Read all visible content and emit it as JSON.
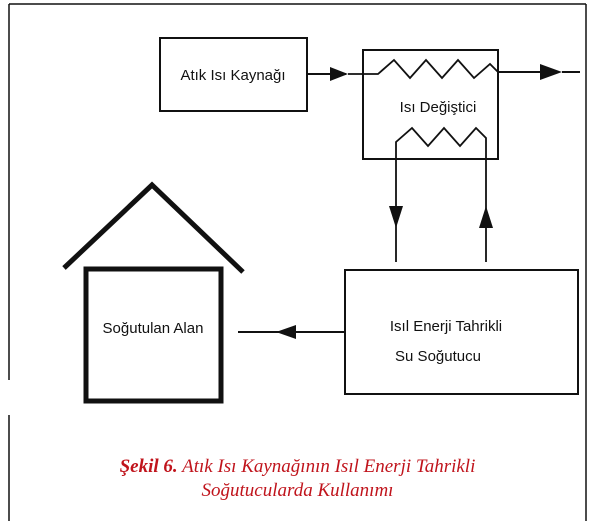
{
  "diagram": {
    "nodes": {
      "waste_heat_source": "Atık Isı Kaynağı",
      "heat_exchanger": "Isı Değiştici",
      "chiller_line1": "Isıl Enerji Tahrikli",
      "chiller_line2": "Su  Soğutucu",
      "cooled_space": "Soğutulan Alan"
    },
    "colors": {
      "line": "#111111",
      "caption": "#c0141c"
    }
  },
  "caption": {
    "number": "Şekil 6.",
    "line1": "Atık Isı Kaynağının Isıl Enerji Tahrikli",
    "line2": "Soğutucularda Kullanımı"
  }
}
